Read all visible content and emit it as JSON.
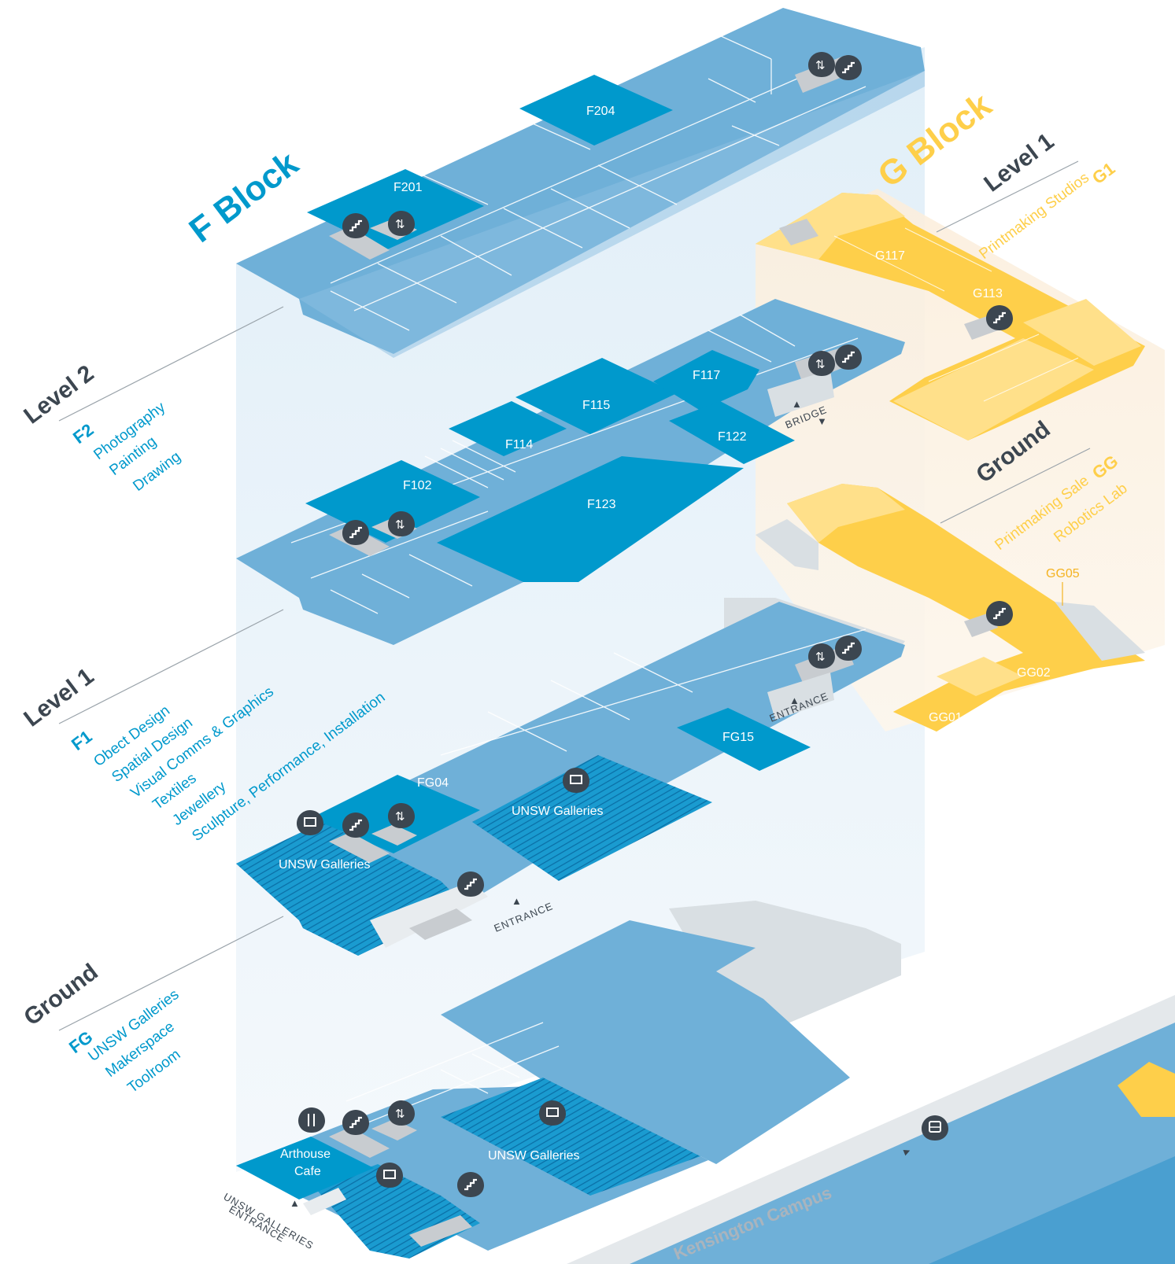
{
  "colors": {
    "f_room": "#6fb0d8",
    "f_highlight": "#0099cc",
    "f_accent": "#1a9bd0",
    "g_room": "#fecf4a",
    "g_light": "#ffe08a",
    "grey_ground": "#d9dfe3",
    "label_dark": "#3c4650",
    "pin": "#3c4650"
  },
  "f_block": {
    "title": "F Block",
    "levels": [
      {
        "name": "Level 2",
        "code": "F2",
        "departments": [
          "Photography",
          "Painting",
          "Drawing"
        ]
      },
      {
        "name": "Level 1",
        "code": "F1",
        "departments": [
          "Obect Design",
          "Spatial Design",
          "Visual Comms & Graphics",
          "Textiles",
          "Jewellery",
          "Sculpture, Performance, Installation"
        ]
      },
      {
        "name": "Ground",
        "code": "FG",
        "departments": [
          "UNSW Galleries",
          "Makerspace",
          "Toolroom"
        ]
      }
    ]
  },
  "g_block": {
    "title": "G Block",
    "levels": [
      {
        "name": "Level 1",
        "code": "G1",
        "departments": [
          "Printmaking Studios"
        ]
      },
      {
        "name": "Ground",
        "code": "GG",
        "departments": [
          "Printmaking Sale",
          "Robotics Lab"
        ]
      }
    ]
  },
  "rooms": {
    "f204": "F204",
    "f201": "F201",
    "f117": "F117",
    "f115": "F115",
    "f114": "F114",
    "f122": "F122",
    "f102": "F102",
    "f123": "F123",
    "fg15": "FG15",
    "fg04": "FG04",
    "galleries_1": "UNSW Galleries",
    "galleries_2": "UNSW Galleries",
    "galleries_3": "UNSW Galleries",
    "cafe_line1": "Arthouse",
    "cafe_line2": "Cafe",
    "g117": "G117",
    "g113": "G113",
    "gg05": "GG05",
    "gg02": "GG02",
    "gg01": "GG01"
  },
  "markers": {
    "bridge": "BRIDGE",
    "entrance_1": "ENTRANCE",
    "entrance_2": "ENTRANCE",
    "galleries_entrance_line1": "UNSW GALLERIES",
    "galleries_entrance_line2": "ENTRANCE"
  },
  "street": {
    "label": "Kensington Campus"
  },
  "icons": [
    "stairs-icon",
    "lift-icon",
    "gallery-icon",
    "cafe-icon",
    "bus-icon"
  ]
}
